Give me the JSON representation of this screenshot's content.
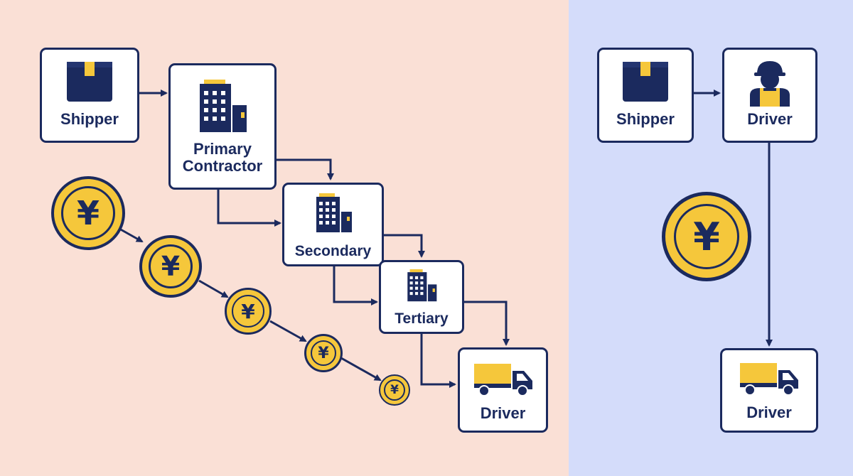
{
  "colors": {
    "left_bg": "#fae0d6",
    "right_bg": "#d4dcfa",
    "navy": "#1b2a5e",
    "gold": "#f5c73b",
    "node_fill": "#ffffff"
  },
  "left_flow": {
    "nodes": [
      {
        "id": "shipper",
        "label": "Shipper",
        "icon": "package-icon"
      },
      {
        "id": "primary",
        "label": "Primary\nContractor",
        "icon": "office-building-icon"
      },
      {
        "id": "secondary",
        "label": "Secondary",
        "icon": "office-building-icon"
      },
      {
        "id": "tertiary",
        "label": "Tertiary",
        "icon": "office-building-icon"
      },
      {
        "id": "driver",
        "label": "Driver",
        "icon": "truck-icon"
      }
    ],
    "coin_symbol": "¥",
    "coin_chain_description": "shrinking-payment-chain"
  },
  "right_flow": {
    "nodes": [
      {
        "id": "shipper",
        "label": "Shipper",
        "icon": "package-icon"
      },
      {
        "id": "driver_top",
        "label": "Driver",
        "icon": "driver-person-icon"
      },
      {
        "id": "driver_bottom",
        "label": "Driver",
        "icon": "truck-icon"
      }
    ],
    "coin_symbol": "¥"
  }
}
